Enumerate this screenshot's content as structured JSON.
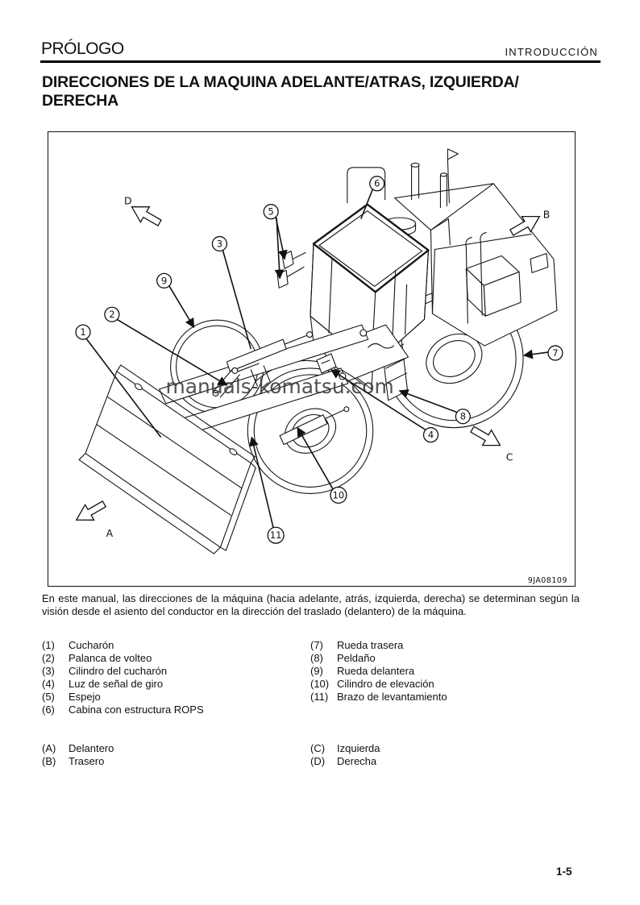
{
  "header": {
    "section": "PRÓLOGO",
    "chapter": "INTRODUCCIÓN"
  },
  "title": {
    "line1": "DIRECCIONES DE LA MAQUINA ADELANTE/ATRAS, IZQUIERDA/",
    "line2": "DERECHA"
  },
  "figure": {
    "watermark": "manuals-komatsu.com",
    "code": "9JA08109",
    "callouts": [
      {
        "n": "1"
      },
      {
        "n": "2"
      },
      {
        "n": "3"
      },
      {
        "n": "4"
      },
      {
        "n": "5"
      },
      {
        "n": "6"
      },
      {
        "n": "7"
      },
      {
        "n": "8"
      },
      {
        "n": "9"
      },
      {
        "n": "10"
      },
      {
        "n": "11"
      }
    ],
    "arrows": [
      {
        "label": "A"
      },
      {
        "label": "B"
      },
      {
        "label": "C"
      },
      {
        "label": "D"
      }
    ]
  },
  "intro": {
    "text": "En este manual, las direcciones de la máquina (hacia adelante, atrás, izquierda, derecha) se determinan según la visión desde el asiento del conductor en la dirección del traslado (delantero) de la máquina."
  },
  "legend": {
    "numbered": [
      {
        "num": "(1)",
        "label": "Cucharón"
      },
      {
        "num": "(2)",
        "label": "Palanca de volteo"
      },
      {
        "num": "(3)",
        "label": "Cilindro del cucharón"
      },
      {
        "num": "(4)",
        "label": "Luz de señal de giro"
      },
      {
        "num": "(5)",
        "label": "Espejo"
      },
      {
        "num": "(6)",
        "label": "Cabina con estructura ROPS"
      },
      {
        "num": "(7)",
        "label": "Rueda trasera"
      },
      {
        "num": "(8)",
        "label": "Peldaño"
      },
      {
        "num": "(9)",
        "label": "Rueda delantera"
      },
      {
        "num": "(10)",
        "label": "Cilindro de elevación"
      },
      {
        "num": "(11)",
        "label": "Brazo de levantamiento"
      }
    ],
    "letters": [
      {
        "num": "(A)",
        "label": "Delantero"
      },
      {
        "num": "(B)",
        "label": "Trasero"
      },
      {
        "num": "(C)",
        "label": "Izquierda"
      },
      {
        "num": "(D)",
        "label": "Derecha"
      }
    ]
  },
  "footer": {
    "page_number": "1-5"
  }
}
